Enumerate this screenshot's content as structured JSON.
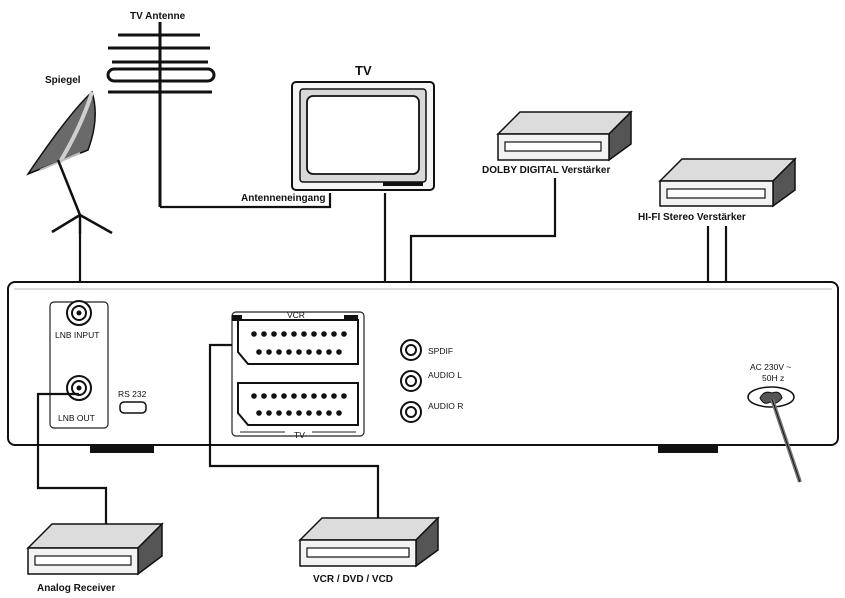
{
  "labels": {
    "antenna": "TV Antenne",
    "dish": "Spiegel",
    "tv": "TV",
    "antenna_input": "Antenneneingang",
    "dolby": "DOLBY DIGITAL Verstärker",
    "hifi": "HI-FI Stereo Verstärker",
    "lnb_input": "LNB INPUT",
    "lnb_out": "LNB OUT",
    "rs232": "RS 232",
    "vcr_scart": "VCR",
    "tv_scart": "TV",
    "spdif": "SPDIF",
    "audio_l": "AUDIO L",
    "audio_r": "AUDIO R",
    "ac_line1": "AC 230V ~",
    "ac_line2": "50H z",
    "analog_receiver": "Analog Receiver",
    "vcr_dvd": "VCR / DVD / VCD"
  }
}
